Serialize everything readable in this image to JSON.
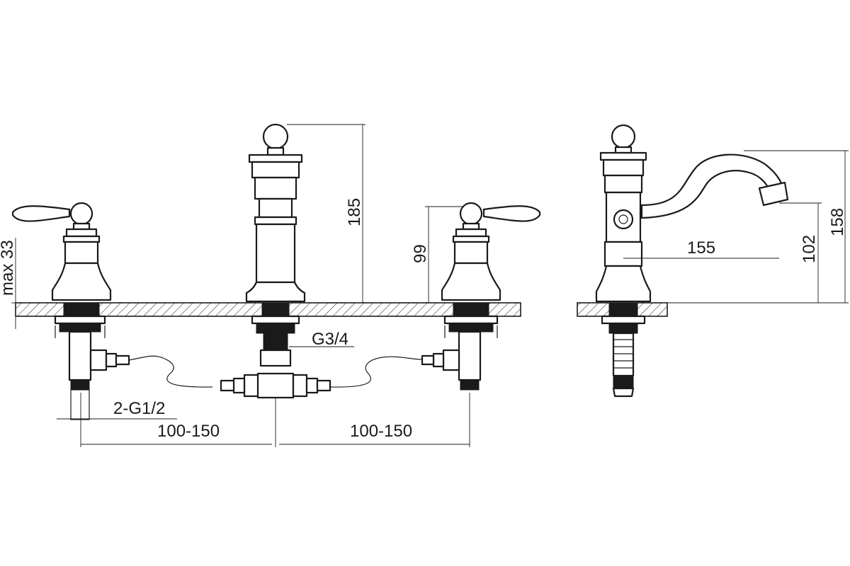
{
  "dimensions": {
    "max_height_handle": "max 33",
    "spout_height": "185",
    "handle_height": "99",
    "connection_spout": "G3/4",
    "connection_inlets": "2-G1/2",
    "spacing_left": "100-150",
    "spacing_right": "100-150",
    "side_reach": "155",
    "side_outlet_height": "102",
    "side_total_height": "158"
  },
  "colors": {
    "line": "#1a1a1a",
    "background": "#ffffff"
  }
}
